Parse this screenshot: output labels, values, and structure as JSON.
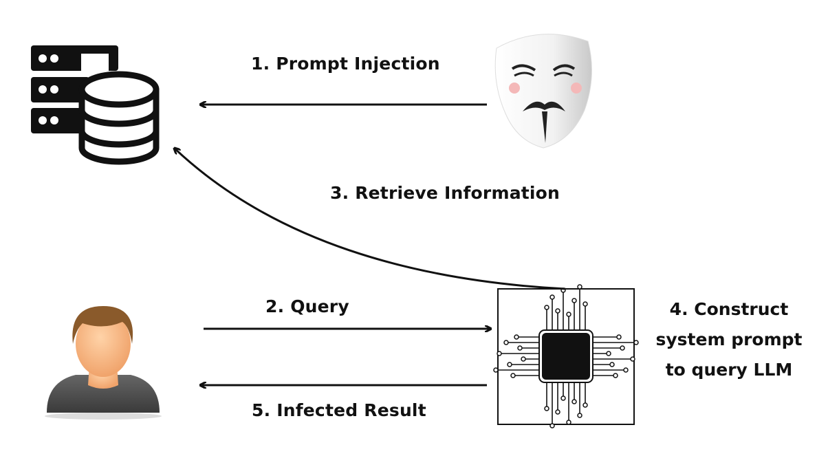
{
  "steps": {
    "step1": "1. Prompt Injection",
    "step2": "2. Query",
    "step3": "3. Retrieve Information",
    "step4_lines": [
      "4. Construct",
      "system prompt",
      "to query LLM"
    ],
    "step5": "5. Infected Result"
  },
  "icons": {
    "database": "database-server-icon",
    "attacker": "anonymous-mask-icon",
    "user": "user-avatar-icon",
    "llm": "microchip-icon"
  },
  "colors": {
    "ink": "#111111",
    "skin": "#f7b98a",
    "hair": "#8a5a2b",
    "shirt": "#4a4a4a"
  }
}
